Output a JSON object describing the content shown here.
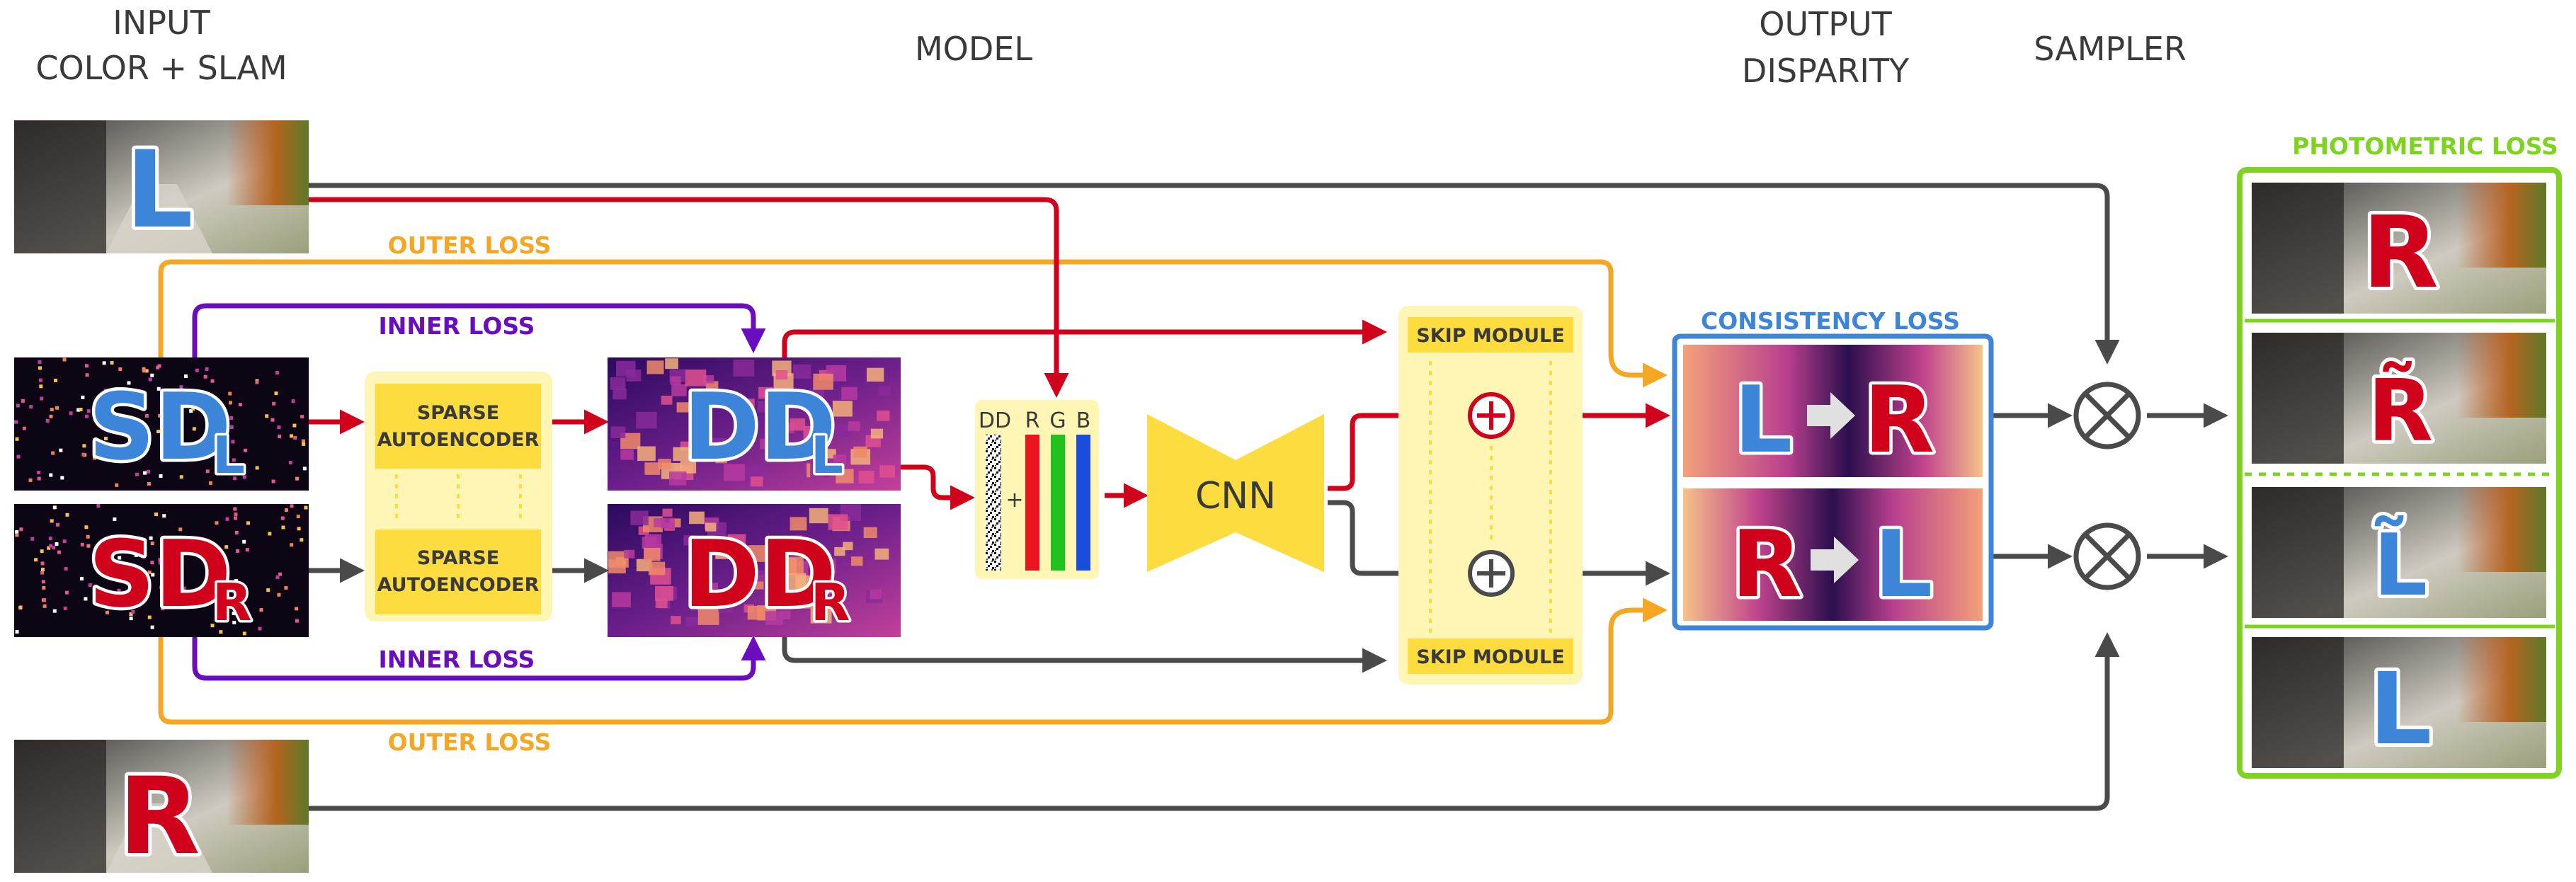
{
  "headers": {
    "input_line1": "INPUT",
    "input_line2": "COLOR + SLAM",
    "model": "MODEL",
    "output_line1": "OUTPUT",
    "output_line2": "DISPARITY",
    "sampler": "SAMPLER",
    "photometric_loss": "PHOTOMETRIC LOSS"
  },
  "inputs": {
    "left_image_letter": "L",
    "right_image_letter": "R",
    "sparse_left_main": "SD",
    "sparse_left_sub": "L",
    "sparse_right_main": "SD",
    "sparse_right_sub": "R"
  },
  "model": {
    "autoencoder_top_line1": "SPARSE",
    "autoencoder_top_line2": "AUTOENCODER",
    "autoencoder_bottom_line1": "SPARSE",
    "autoencoder_bottom_line2": "AUTOENCODER",
    "dense_left_main": "DD",
    "dense_left_sub": "L",
    "dense_right_main": "DD",
    "dense_right_sub": "R",
    "stack_header_dd": "DD",
    "stack_header_r": "R",
    "stack_header_g": "G",
    "stack_header_b": "B",
    "stack_plus": "+",
    "cnn_label": "CNN",
    "skip_module_top": "SKIP MODULE",
    "skip_module_bottom": "SKIP MODULE"
  },
  "losses": {
    "outer_loss_top": "OUTER LOSS",
    "outer_loss_bottom": "OUTER LOSS",
    "inner_loss_top": "INNER LOSS",
    "inner_loss_bottom": "INNER LOSS",
    "consistency_loss": "CONSISTENCY LOSS"
  },
  "outputs": {
    "top_from": "L",
    "top_to": "R",
    "bottom_from": "R",
    "bottom_to": "L"
  },
  "photometric": {
    "panel1_letter": "R",
    "panel2_letter": "R̃",
    "panel3_letter": "L̃",
    "panel4_letter": "L"
  },
  "colors": {
    "red": "#d0021b",
    "blue": "#3d85d8",
    "purple": "#6a0dbf",
    "orange": "#f5a623",
    "yellow": "#fddc3f",
    "gray": "#4a4a4a",
    "green": "#7ed321"
  }
}
